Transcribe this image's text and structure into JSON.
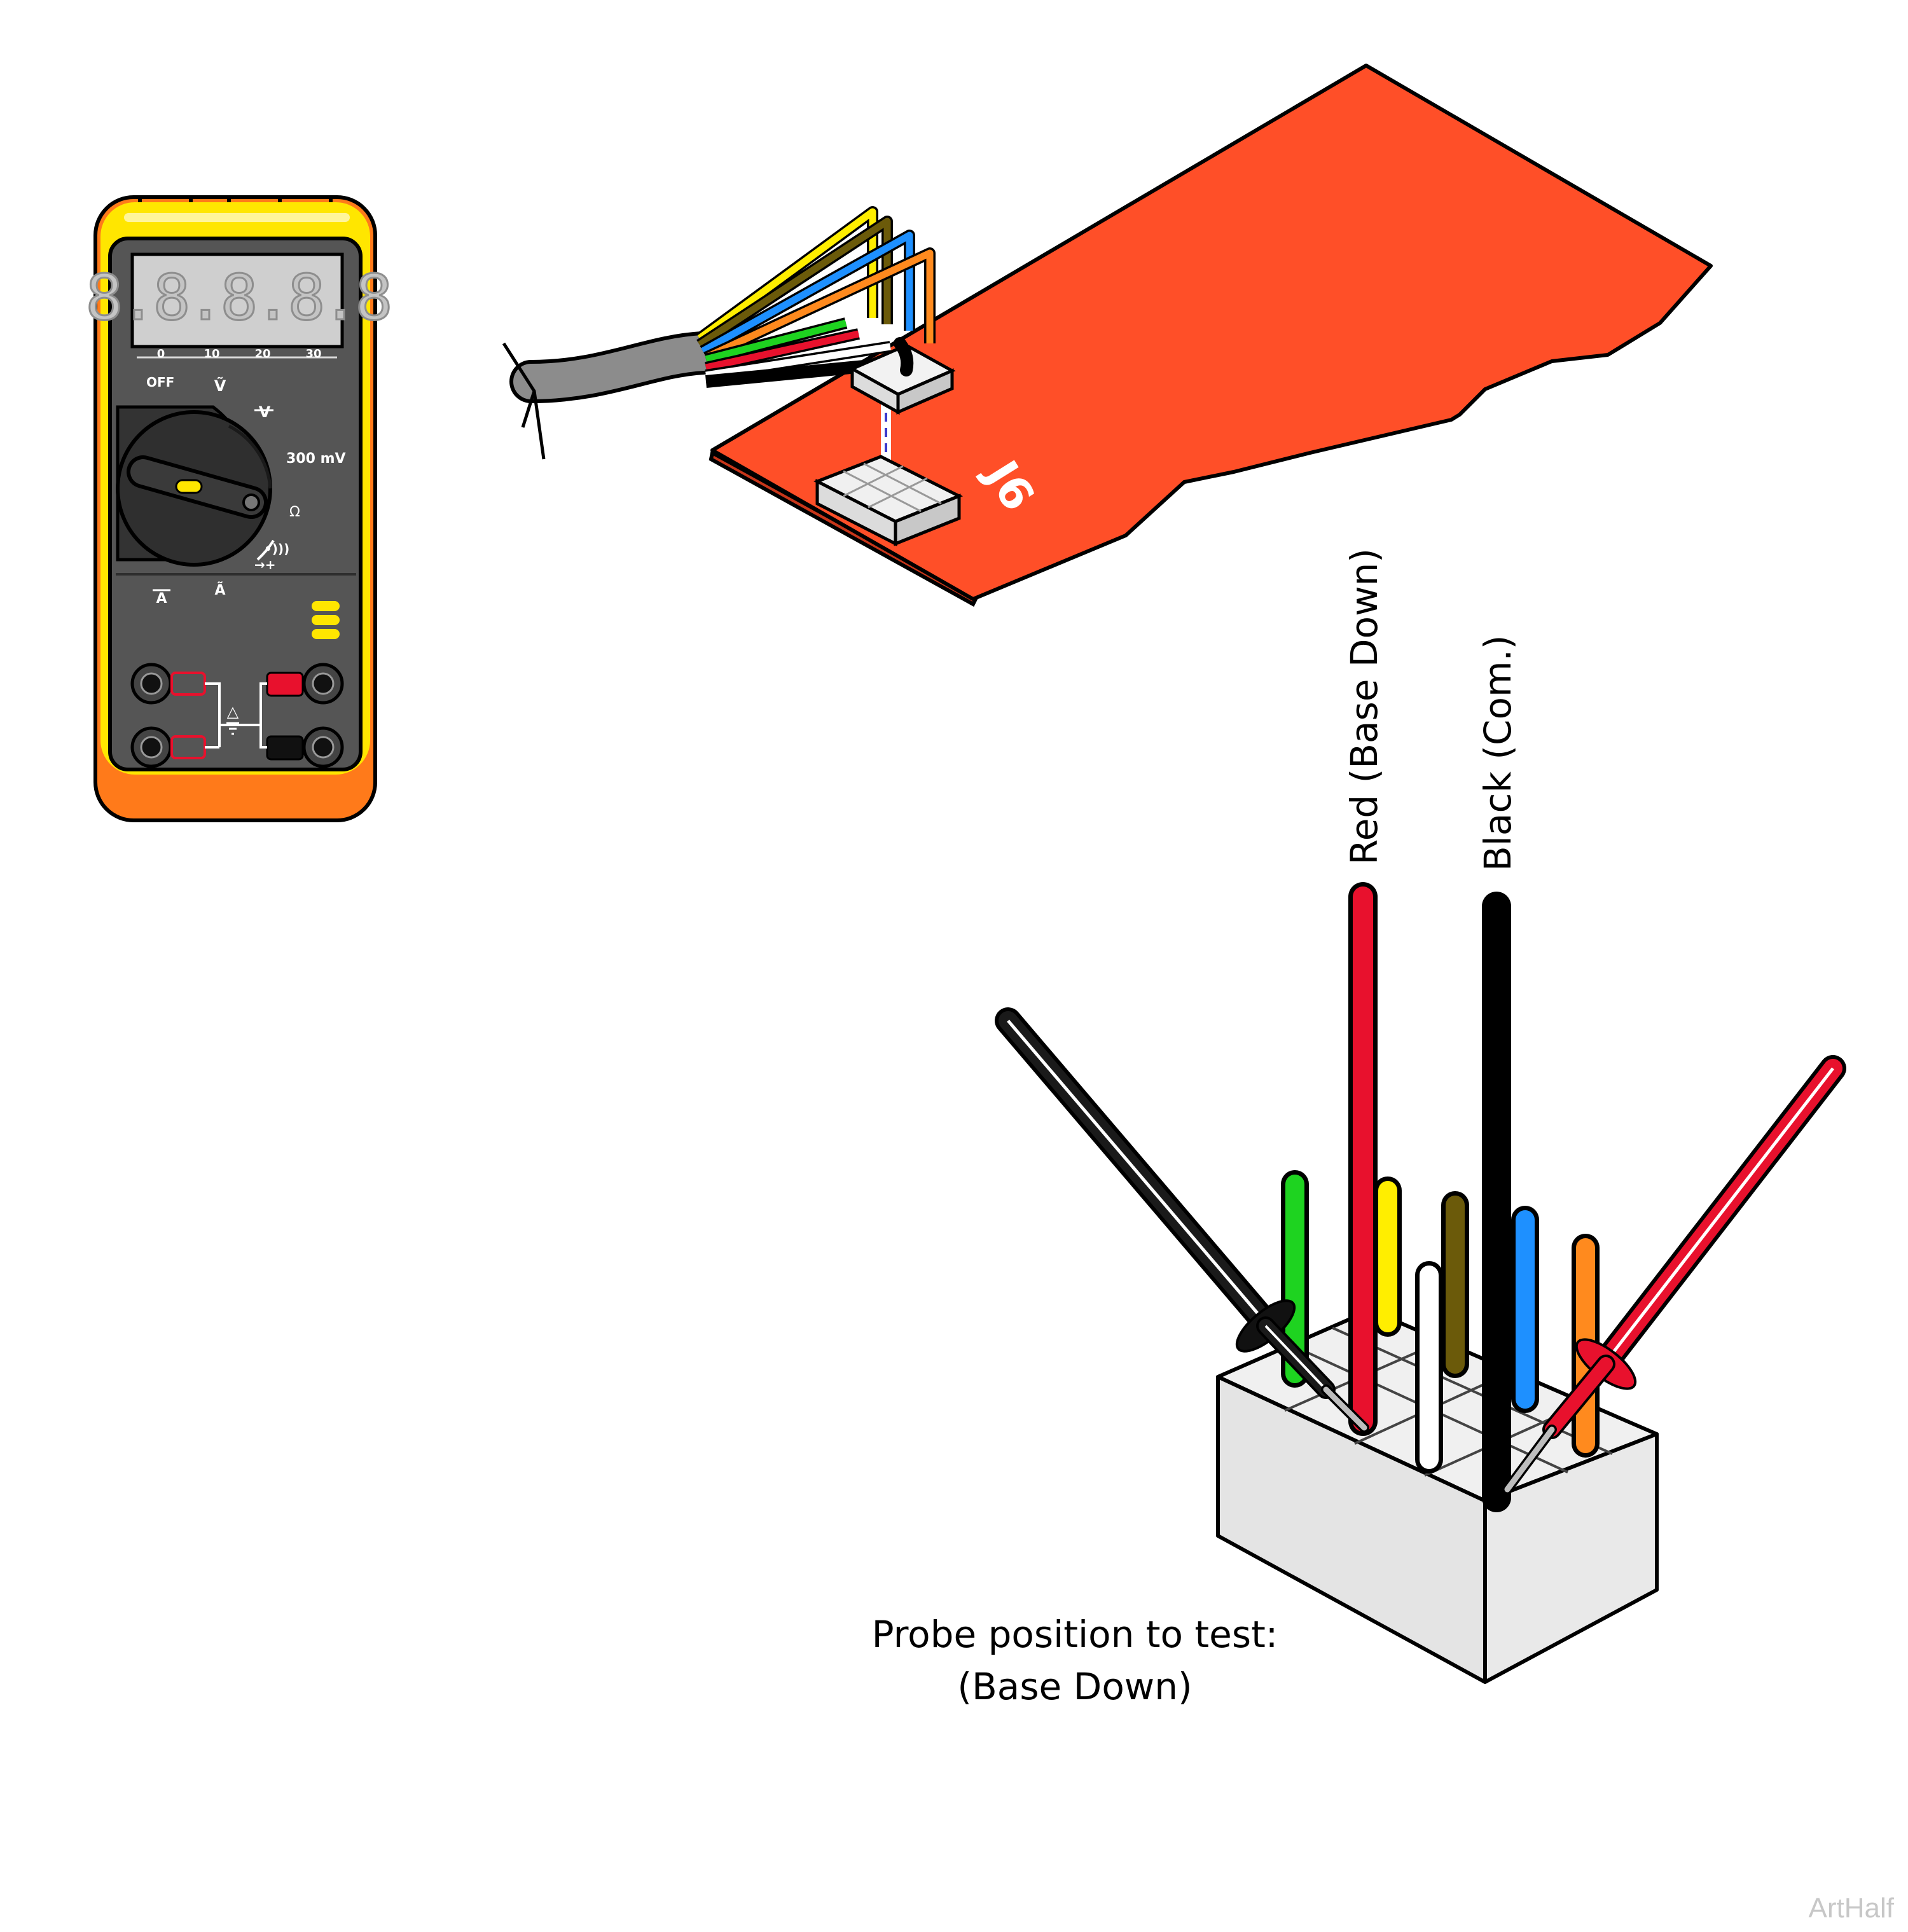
{
  "meter": {
    "display_digits": "8.8.8.8.8",
    "bar_scale": [
      "0",
      "10",
      "20",
      "30"
    ],
    "off_label": "OFF",
    "ac_v_label": "Ṽ",
    "dc_v_label": "V",
    "mv_label": "300 mV",
    "ohm_label": "Ω",
    "sound_label": "•)))",
    "diode_label": "→+",
    "dc_a_label": "A",
    "ac_a_label": "Ã",
    "ground_label": "△"
  },
  "board": {
    "connector_label": "J6"
  },
  "labels": {
    "red_lead": "Red (Base Down)",
    "black_lead": "Black (Com.)",
    "probe_line1": "Probe position to test:",
    "probe_line2": "(Base Down)"
  },
  "credit": "ArtHalf",
  "colors": {
    "board": "#ff4f28",
    "meter_yellow": "#ffe600",
    "meter_orange": "#ff7a1a",
    "meter_body": "#555555",
    "wire_red": "#e8112d",
    "wire_black": "#111111",
    "wire_green": "#1ed320",
    "wire_yellow": "#ffee00",
    "wire_olive": "#6b5a0a",
    "wire_blue": "#1e90ff",
    "wire_orange": "#ff8a1e",
    "wire_white": "#ffffff",
    "cable_gray": "#8c8c8c",
    "connector": "#e6e6e6"
  }
}
